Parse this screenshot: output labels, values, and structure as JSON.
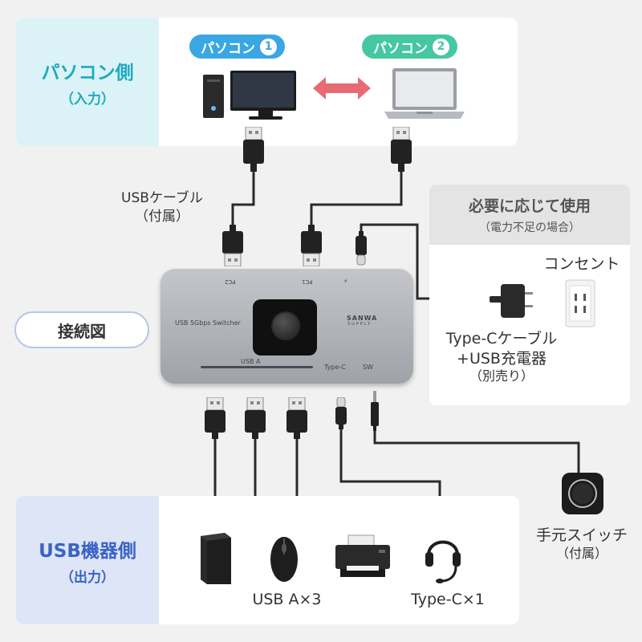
{
  "pc_section": {
    "title": "パソコン側",
    "subtitle": "（入力）",
    "pc1_label": "パソコン",
    "pc1_num": "1",
    "pc2_label": "パソコン",
    "pc2_num": "2"
  },
  "cable_label": {
    "line1": "USBケーブル",
    "line2": "（付属）"
  },
  "optional": {
    "title": "必要に応じて使用",
    "subtitle": "（電力不足の場合）",
    "outlet_label": "コンセント",
    "charger_line1": "Type-Cケーブル",
    "charger_line2": "+USB充電器",
    "charger_line3": "（別売り）"
  },
  "connection_label": "接続図",
  "device": {
    "model_text": "USB 5Gbps Switcher",
    "brand_text": "SANWA",
    "brand_sub": "SUPPLY",
    "port_usb_a": "USB A",
    "port_type_c": "Type-C",
    "port_sw": "SW",
    "port_pc1": "PC1",
    "port_pc2": "PC2"
  },
  "switch": {
    "line1": "手元スイッチ",
    "line2": "（付属）"
  },
  "usb_section": {
    "title": "USB機器側",
    "subtitle": "（出力）",
    "usb_a_label": "USB A×3",
    "type_c_label": "Type-C×1"
  },
  "colors": {
    "pc_accent": "#1fa9c0",
    "pc1_pill": "#3aa7e2",
    "pc2_pill": "#45c7a3",
    "usb_accent": "#3a63c4",
    "arrow": "#e86b73"
  }
}
